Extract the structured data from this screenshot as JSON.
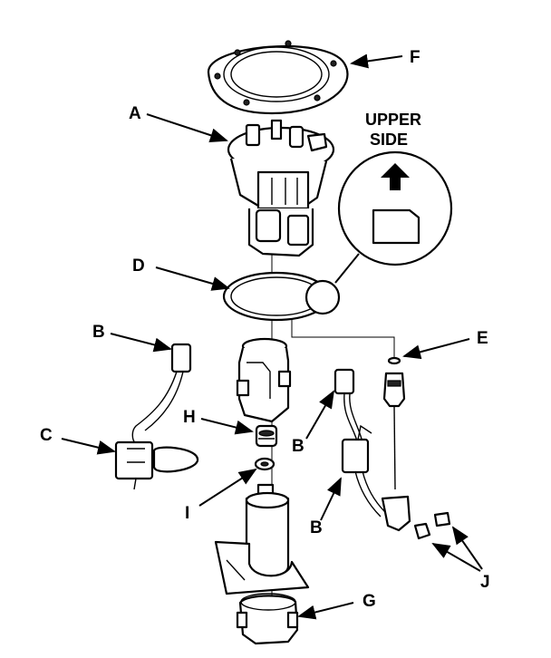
{
  "callouts": {
    "A": "A",
    "B1": "B",
    "B2": "B",
    "B3": "B",
    "C": "C",
    "D": "D",
    "E": "E",
    "F": "F",
    "G": "G",
    "H": "H",
    "I": "I",
    "J": "J"
  },
  "detail": {
    "line1": "UPPER",
    "line2": "SIDE",
    "icon": "up-arrow-icon"
  }
}
